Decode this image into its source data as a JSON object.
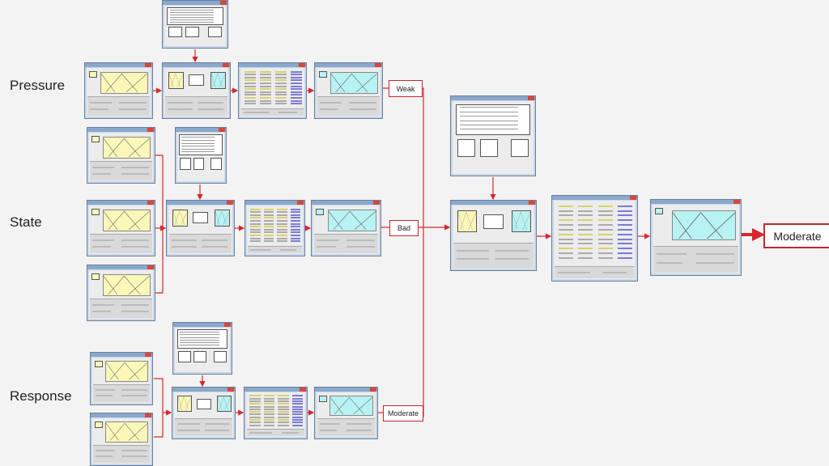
{
  "labels": {
    "pressure": "Pressure",
    "state": "State",
    "response": "Response"
  },
  "outputs": {
    "pressure": "Weak",
    "state": "Bad",
    "response": "Moderate",
    "final": "Moderate"
  },
  "colors": {
    "arrow": "#d9262c",
    "mf_input": "#fbf7b8",
    "mf_output": "#b8f2f2"
  }
}
